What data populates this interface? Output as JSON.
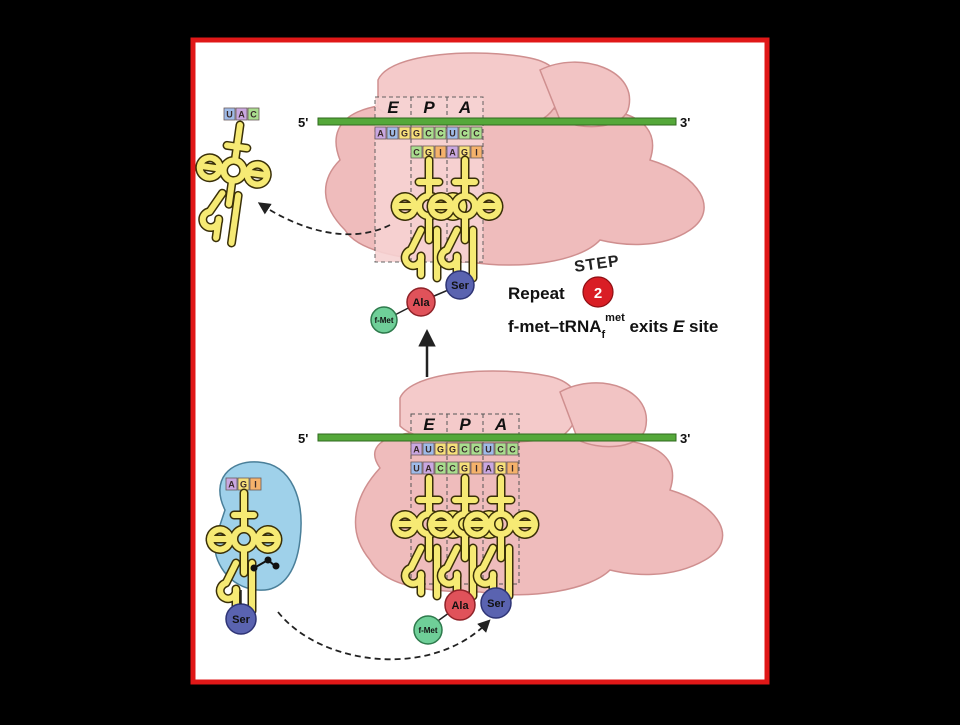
{
  "colors": {
    "frame": "#e01818",
    "background": "#000000",
    "ribosome": "#efbcbc",
    "mrna": "#55a83a",
    "trna": "#f3e36b",
    "ala": "#e0525a",
    "ser": "#5a63b0",
    "fmet": "#6fcf98",
    "ef_tu": "#9fd1ea",
    "step_badge": "#d91e25"
  },
  "icons": [
    "ribosome-icon",
    "mrna-strand-icon",
    "trna-icon",
    "amino-acid-icon",
    "dashed-arrow-icon",
    "up-arrow-icon",
    "ef-tu-complex-icon"
  ],
  "top_panel": {
    "five_prime": "5'",
    "three_prime": "3'",
    "sites": [
      "E",
      "P",
      "A"
    ],
    "mrna_codons": [
      "A",
      "U",
      "G",
      "G",
      "C",
      "C",
      "U",
      "C",
      "C"
    ],
    "anticodons_p": [
      "C",
      "G",
      "I"
    ],
    "anticodons_a": [
      "A",
      "G",
      "I"
    ],
    "exiting_trna_anticodon": [
      "U",
      "A",
      "C"
    ],
    "chain": [
      "f-Met",
      "Ala",
      "Ser"
    ]
  },
  "bottom_panel": {
    "five_prime": "5'",
    "three_prime": "3'",
    "sites": [
      "E",
      "P",
      "A"
    ],
    "mrna_codons": [
      "A",
      "U",
      "G",
      "G",
      "C",
      "C",
      "U",
      "C",
      "C"
    ],
    "anticodons_e": [
      "U",
      "A",
      "C"
    ],
    "anticodons_p": [
      "C",
      "G",
      "I"
    ],
    "anticodons_a": [
      "A",
      "G",
      "I"
    ],
    "incoming_trna_anticodon": [
      "A",
      "G",
      "I"
    ],
    "incoming_aa": "Ser",
    "chain": [
      "f-Met",
      "Ala",
      "Ser"
    ]
  },
  "caption": {
    "step_word": "STEP",
    "step_number": "2",
    "repeat": "Repeat",
    "line2_prefix": "f-met–tRNA",
    "line2_sub": "f",
    "line2_sup": "met",
    "line2_suffix": " exits ",
    "line2_site": "E",
    "line2_end": " site"
  }
}
